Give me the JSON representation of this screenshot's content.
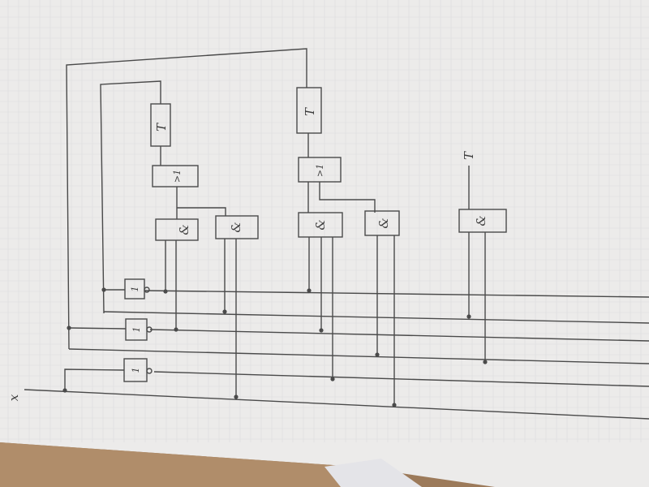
{
  "colors": {
    "paper": "#ecebea",
    "paper_shadow": "#d9d7d4",
    "grid": "#dcdcde",
    "ink": "#4a4a4a",
    "floor": "#9c7a5a"
  },
  "labels": {
    "input_x": "x",
    "output_y": "T",
    "and_gate": "&",
    "trigger_1": "T",
    "trigger_2": "T",
    "ge_1": ">1",
    "ge_2": ">1",
    "not_1": "1",
    "not_2": "1",
    "not_3": "1"
  }
}
